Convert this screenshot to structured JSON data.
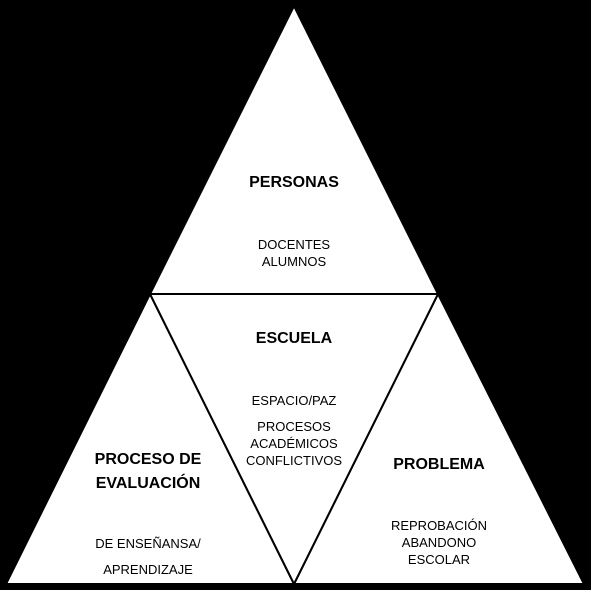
{
  "colors": {
    "background": "#000000",
    "fill": "#ffffff",
    "stroke": "#000000"
  },
  "triangles": {
    "top": {
      "title": "PERSONAS",
      "items": [
        "DOCENTES",
        "ALUMNOS"
      ]
    },
    "center": {
      "title": "ESCUELA",
      "items": [
        "ESPACIO/PAZ",
        "PROCESOS",
        "ACADÉMICOS",
        "CONFLICTIVOS"
      ]
    },
    "left": {
      "title_lines": [
        "PROCESO DE",
        "EVALUACIÓN"
      ],
      "items": [
        "DE ENSEÑANSA/",
        "APRENDIZAJE"
      ]
    },
    "right": {
      "title": "PROBLEMA",
      "items": [
        "REPROBACIÓN",
        "ABANDONO",
        "ESCOLAR"
      ]
    }
  }
}
